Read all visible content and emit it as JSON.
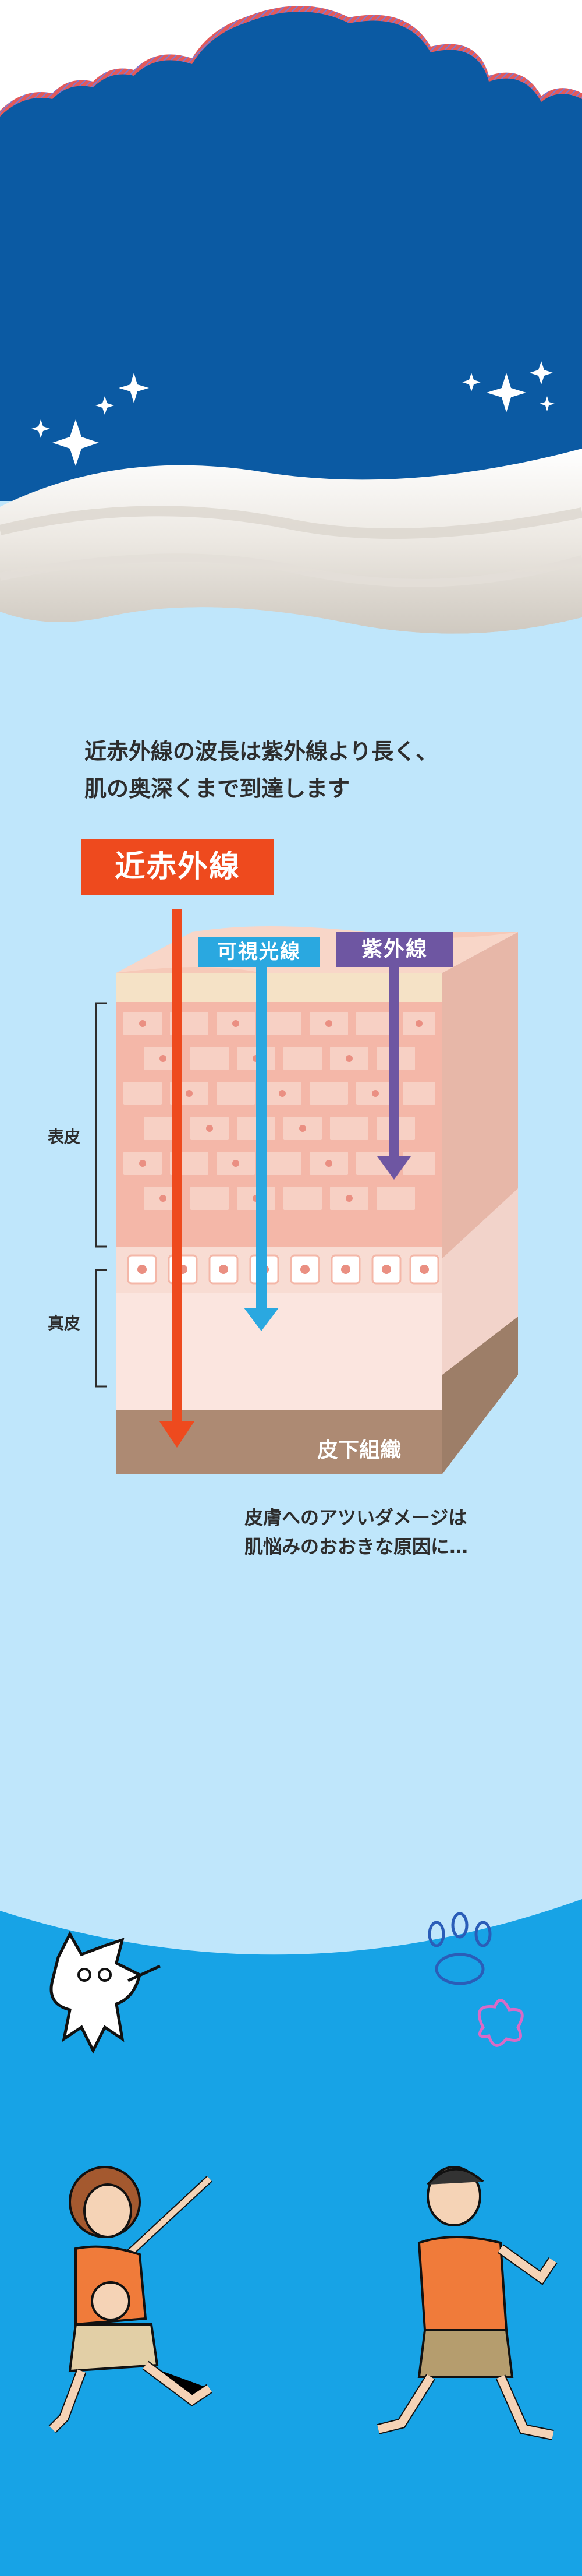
{
  "headline": {
    "line1": "近赤外線の波長は紫外線より長く、",
    "line2": "肌の奥深くまで到達します"
  },
  "rays": {
    "near_infrared": "近赤外線",
    "visible_light": "可視光線",
    "ultraviolet": "紫外線"
  },
  "skin_layers": {
    "epidermis": "表皮",
    "dermis": "真皮",
    "subcutaneous": "皮下組織"
  },
  "caption": {
    "line1": "皮膚へのアツいダメージは",
    "line2": "肌悩みのおおきな原因に…"
  },
  "colors": {
    "sky_dark": "#0b5aa3",
    "sky_light": "#bfe6fb",
    "bottom_blue": "#17a3e6",
    "nir": "#ee4a1e",
    "visible": "#2aa8e0",
    "uv": "#6e56a2"
  }
}
